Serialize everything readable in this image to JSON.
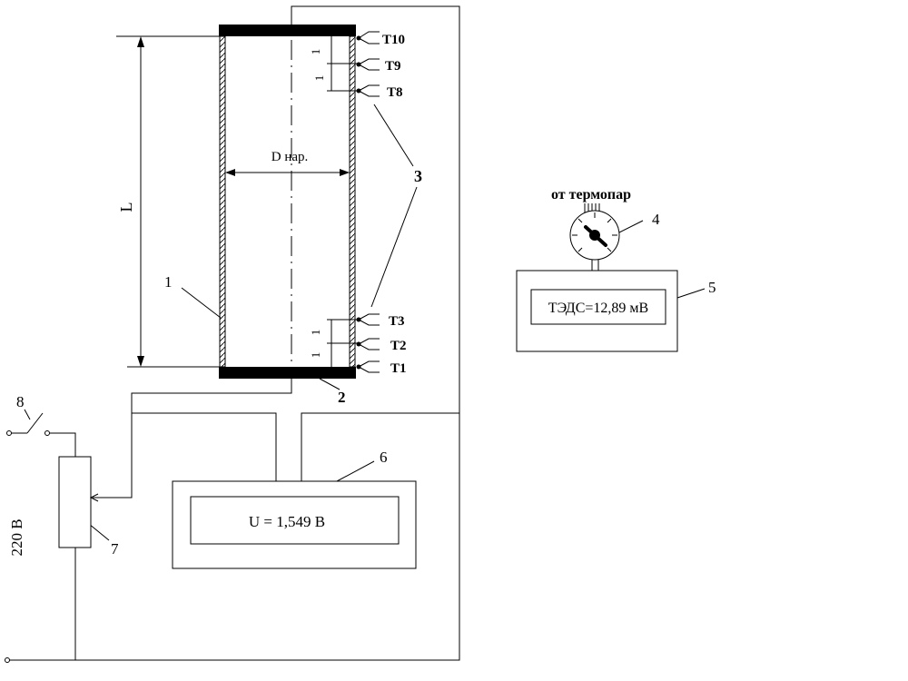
{
  "labels": {
    "length": "L",
    "diameter": "D нар.",
    "pitch": "1",
    "voltage_supply": "220 В",
    "thermocouples_source": "от термопар"
  },
  "callouts": [
    "1",
    "2",
    "3",
    "4",
    "5",
    "6",
    "7",
    "8"
  ],
  "thermocouples": {
    "top": [
      "Т10",
      "Т9",
      "Т8"
    ],
    "bottom": [
      "Т3",
      "Т2",
      "Т1"
    ]
  },
  "displays": {
    "emf": "ТЭДС=12,89 мВ",
    "voltage": "U = 1,549 В"
  },
  "colors": {
    "ink": "#000000",
    "background": "#ffffff"
  }
}
